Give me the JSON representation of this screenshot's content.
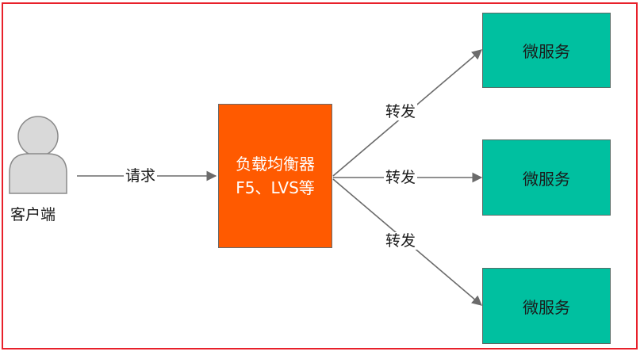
{
  "client": {
    "label": "客户端"
  },
  "request_label": "请求",
  "load_balancer": {
    "line1": "负载均衡器",
    "line2": "F5、LVS等"
  },
  "forward_labels": [
    "转发",
    "转发",
    "转发"
  ],
  "services": [
    {
      "label": "微服务"
    },
    {
      "label": "微服务"
    },
    {
      "label": "微服务"
    }
  ],
  "colors": {
    "border": "#e8202a",
    "load_balancer": "#ff5a00",
    "service": "#00c0a0",
    "arrow": "#6b6b6b",
    "client_icon": "#d7d7d7"
  }
}
